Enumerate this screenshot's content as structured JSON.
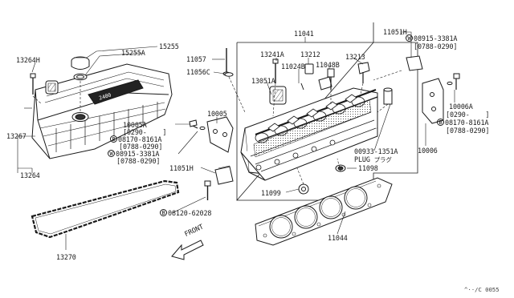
{
  "diagram": {
    "labels": {
      "p15255": "15255",
      "p15255a": "15255A",
      "p13264h": "13264H",
      "p13267": "13267",
      "p13264": "13264",
      "p13270": "13270",
      "p11057": "11057",
      "p11056c": "11056C",
      "p10005": "10005",
      "p10005a": "10005A",
      "p10005a_range": "[0290-    ]",
      "p08170_left_circ": "B",
      "p08170_left": "08170-8161A",
      "p08170_left_range": "[0788-0290]",
      "p08915_left_circ": "W",
      "p08915_left": "08915-3381A",
      "p08915_left_range": "[0788-0290]",
      "p11051h_left": "11051H",
      "p08120_circ": "B",
      "p08120": "08120-62028",
      "p11041": "11041",
      "p13241a": "13241A",
      "p13212": "13212",
      "p13213": "13213",
      "p11024b": "11024B",
      "p11048b": "11048B",
      "p13051a": "13051A",
      "p11051h_right": "11051H",
      "p08915_right_circ": "W",
      "p08915_right": "08915-3381A",
      "p08915_right_range": "[0788-0290]",
      "p10006a": "10006A",
      "p10006a_range": "[0290-    ]",
      "p08170_right_circ": "B",
      "p08170_right": "08170-8161A",
      "p08170_right_range": "[0788-0290]",
      "p10006": "10006",
      "p00933": "00933-1351A",
      "p_plug": "PLUG",
      "p_plug_jp": "プラグ",
      "p11098": "11098",
      "p11099": "11099",
      "p11044": "11044",
      "front": "FRONT",
      "valve_cover_text": "2400",
      "code": "^··/C 0055"
    }
  }
}
